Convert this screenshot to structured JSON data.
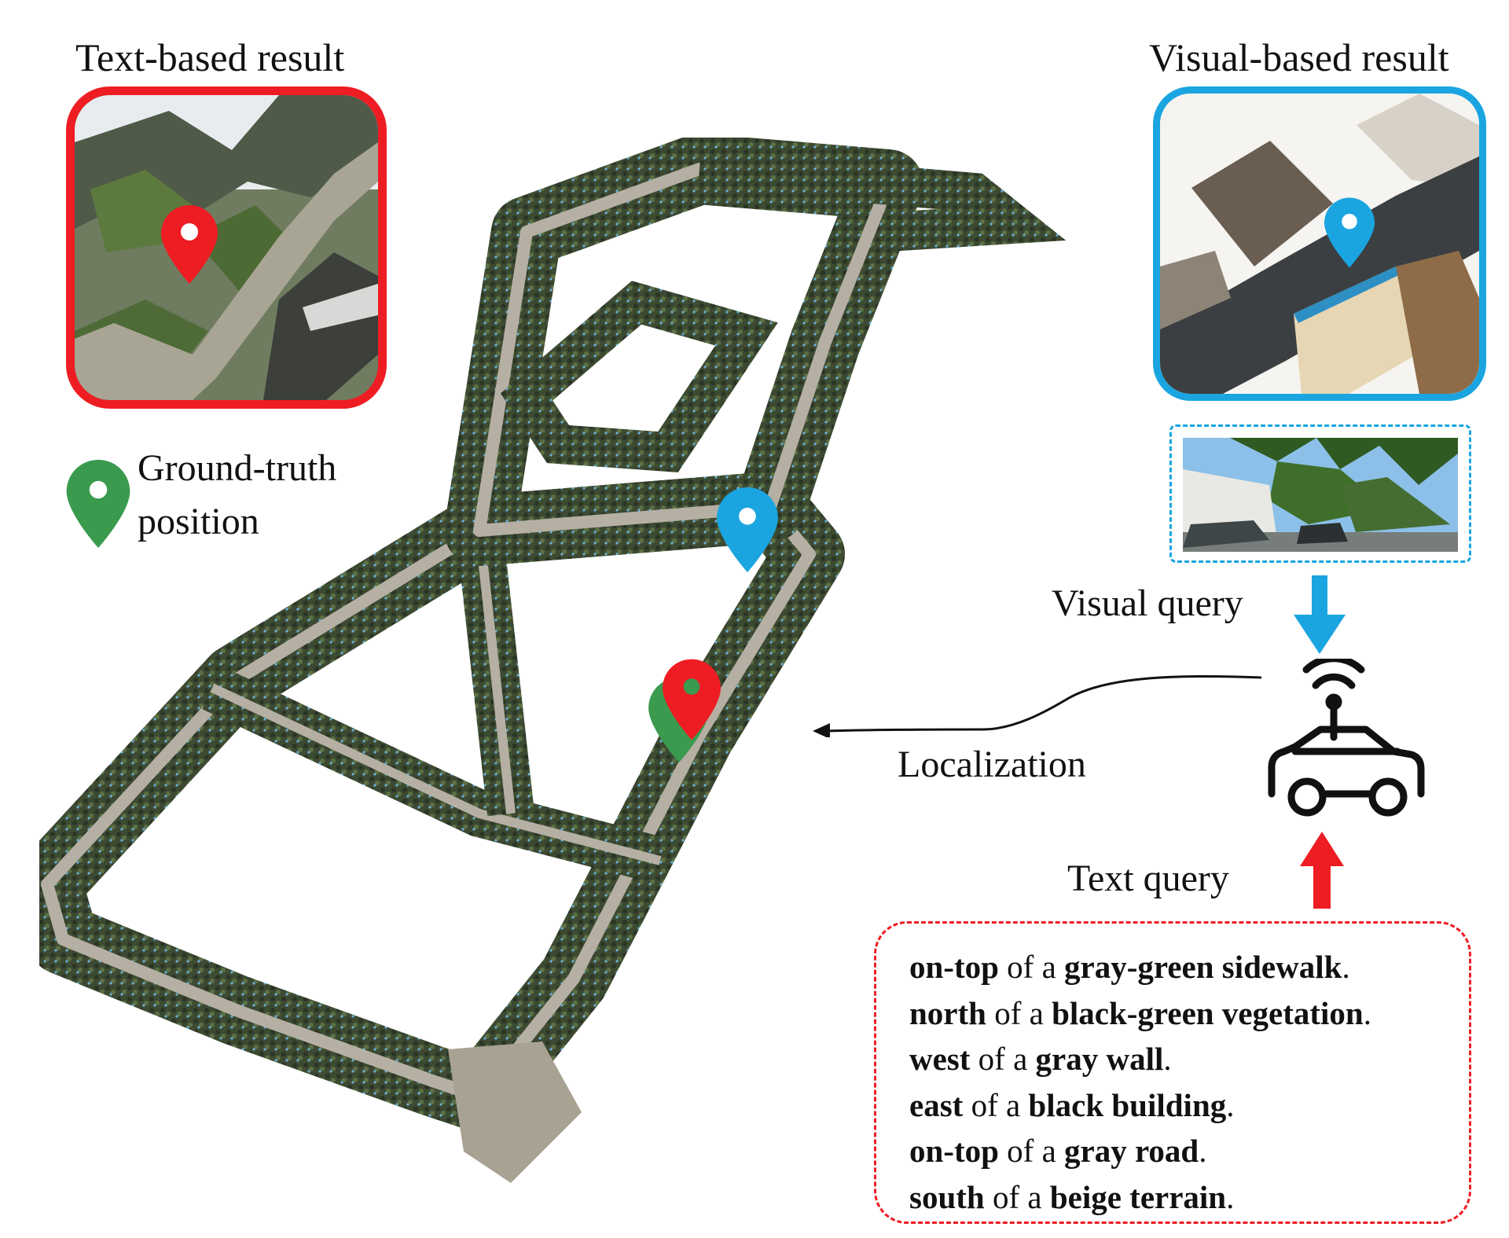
{
  "titles": {
    "text_based": "Text-based result",
    "visual_based": "Visual-based result"
  },
  "legend": {
    "ground_truth_line1": "Ground-truth",
    "ground_truth_line2": "position"
  },
  "labels": {
    "visual_query": "Visual query",
    "localization": "Localization",
    "text_query": "Text query"
  },
  "text_query_lines": [
    {
      "rel": "on-top",
      "mid": " of a ",
      "obj": "gray-green sidewalk",
      "end": "."
    },
    {
      "rel": "north",
      "mid": " of a ",
      "obj": "black-green vegetation",
      "end": "."
    },
    {
      "rel": "west",
      "mid": " of a ",
      "obj": "gray wall",
      "end": "."
    },
    {
      "rel": "east",
      "mid": " of a ",
      "obj": "black building",
      "end": "."
    },
    {
      "rel": "on-top",
      "mid": " of a ",
      "obj": "gray road",
      "end": "."
    },
    {
      "rel": "south",
      "mid": " of a ",
      "obj": "beige terrain",
      "end": "."
    }
  ],
  "colors": {
    "text_result": "#ee1d23",
    "visual_result": "#1aa5e0",
    "ground_truth": "#3a9a4e"
  },
  "icons": {
    "map_pin": "map-pin-icon",
    "vehicle": "car-antenna-icon",
    "arrow": "arrow-icon"
  }
}
